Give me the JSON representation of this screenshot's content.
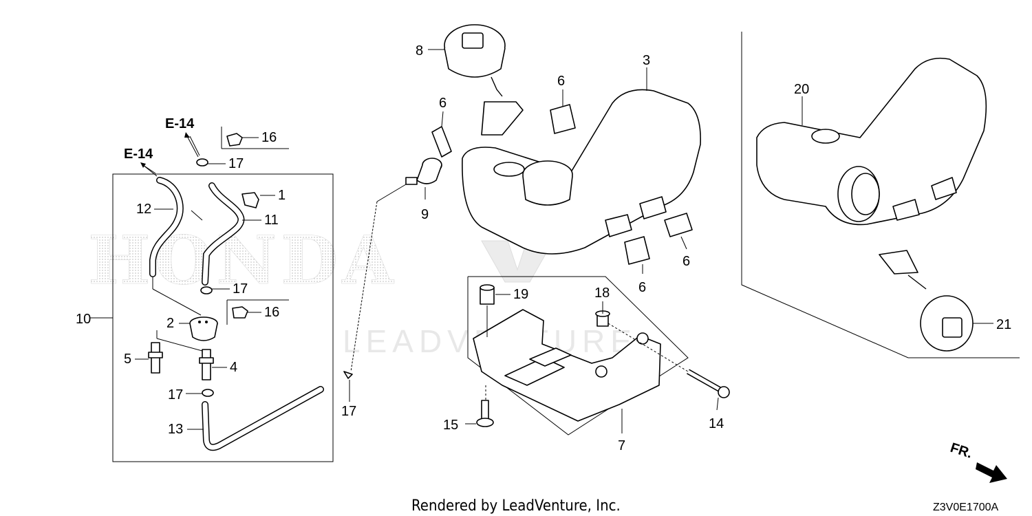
{
  "watermark": {
    "brand": "HONDA",
    "dealer": "LEADVENTURE"
  },
  "labels": {
    "p1": "1",
    "p2": "2",
    "p3": "3",
    "p4": "4",
    "p5": "5",
    "p6a": "6",
    "p6b": "6",
    "p6c": "6",
    "p6d": "6",
    "p7": "7",
    "p8": "8",
    "p9": "9",
    "p10": "10",
    "p11": "11",
    "p12": "12",
    "p13": "13",
    "p14": "14",
    "p15": "15",
    "p16a": "16",
    "p16b": "16",
    "p17a": "17",
    "p17b": "17",
    "p17c": "17",
    "p17d": "17",
    "p18": "18",
    "p19": "19",
    "p20": "20",
    "p21": "21"
  },
  "refs": {
    "e14a": "E-14",
    "e14b": "E-14"
  },
  "direction": "FR.",
  "footer": "Rendered by LeadVenture, Inc.",
  "diagram_code": "Z3V0E1700A"
}
